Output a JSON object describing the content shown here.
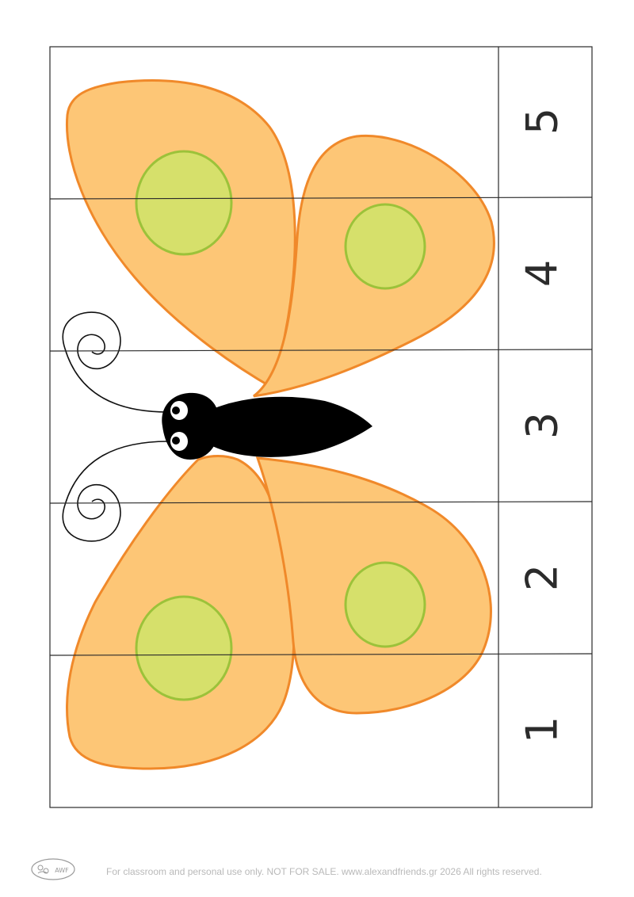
{
  "puzzle": {
    "strip_numbers": [
      "5",
      "4",
      "3",
      "2",
      "1"
    ]
  },
  "colors": {
    "wing_fill": "#fdc676",
    "wing_stroke": "#f0892a",
    "spot_fill": "#d6e06b",
    "spot_stroke": "#9cc23a",
    "body": "#000000",
    "grid_line": "#2a2a2a"
  },
  "logo": {
    "text": "AWF",
    "icon": "alex-and-friends-logo-icon"
  },
  "footer": {
    "text": "For classroom and personal use only. NOT FOR SALE. www.alexandfriends.gr 2026  All rights reserved."
  }
}
